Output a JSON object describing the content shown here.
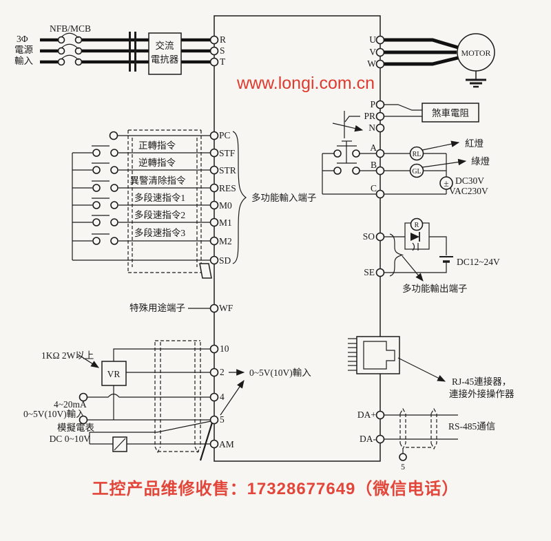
{
  "watermark": {
    "url": "www.longi.com.cn"
  },
  "footer": {
    "text": "工控产品维修收售：17328677649（微信电话）"
  },
  "colors": {
    "red_watermark": "#de3a2e",
    "red_footer": "#e2453a",
    "line": "#1b1b1b",
    "background": "#f7f6f2"
  },
  "power": {
    "phase": "3Φ",
    "source": "電源",
    "input": "輸入",
    "breaker": "NFB/MCB",
    "reactor1": "交流",
    "reactor2": "電抗器"
  },
  "motor": {
    "label": "MOTOR"
  },
  "terminals": {
    "r": "R",
    "s": "S",
    "t": "T",
    "u": "U",
    "v": "V",
    "w": "W",
    "p": "P",
    "pr": "PR",
    "n": "N",
    "a": "A",
    "b": "B",
    "c": "C",
    "so": "SO",
    "se": "SE",
    "pc": "PC",
    "stf": "STF",
    "str": "STR",
    "res": "RES",
    "m0": "M0",
    "m1": "M1",
    "m2": "M2",
    "sd": "SD",
    "wf": "WF",
    "t10": "10",
    "t2": "2",
    "t4": "4",
    "t5": "5",
    "am": "AM",
    "da_plus": "DA+",
    "da_minus": "DA-",
    "shield5": "5"
  },
  "commands": {
    "forward": "正轉指令",
    "reverse": "逆轉指令",
    "alarm_clear": "異警清除指令",
    "multispeed1": "多段速指令1",
    "multispeed2": "多段速指令2",
    "multispeed3": "多段速指令3"
  },
  "labels": {
    "multi_input": "多功能輸入端子",
    "multi_output": "多功能輸出端子",
    "special": "特殊用途端子",
    "brake_resistor": "煞車電阻",
    "red_lamp": "紅燈",
    "green_lamp": "綠燈",
    "rl": "RL",
    "gl": "GL",
    "relay_coil": "R",
    "plus_minus": "±",
    "dc30v": "DC30V",
    "vac230v": "VAC230V",
    "dc12_24v": "DC12~24V",
    "vr": "VR",
    "vr_note": "1KΩ 2W以上",
    "input_0_5v": "0~5V(10V)輸入",
    "current": "4~20mA",
    "current_voltage": "0~5V(10V)輸入",
    "meter": "模擬電表",
    "meter_range": "DC 0~10V",
    "rj45_1": "RJ-45連接器，",
    "rj45_2": "連接外接操作器",
    "rs485": "RS-485通信"
  }
}
